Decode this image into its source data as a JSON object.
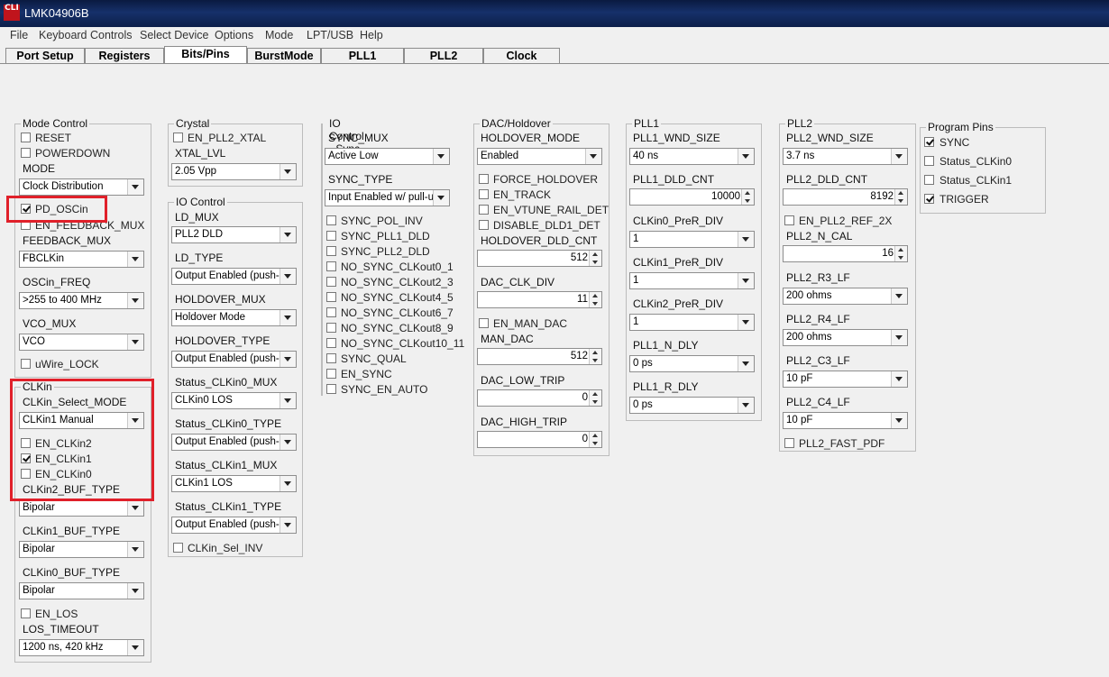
{
  "window": {
    "title": "LMK04906B",
    "icon_text": "CLI"
  },
  "menu": [
    "File",
    "Keyboard Controls",
    "Select Device",
    "Options",
    "Mode",
    "LPT/USB",
    "Help"
  ],
  "tabs": [
    "Port Setup",
    "Registers",
    "Bits/Pins",
    "BurstMode",
    "PLL1",
    "PLL2",
    "Clock Outputs"
  ],
  "active_tab": "Bits/Pins",
  "mode_control": {
    "title": "Mode Control",
    "reset": "RESET",
    "powerdown": "POWERDOWN",
    "mode_label": "MODE",
    "mode_value": "Clock Distribution",
    "pd_oscin": "PD_OSCin",
    "en_feedback_mux": "EN_FEEDBACK_MUX",
    "feedback_mux_label": "FEEDBACK_MUX",
    "feedback_mux_value": "FBCLKin",
    "oscin_freq_label": "OSCin_FREQ",
    "oscin_freq_value": ">255 to 400 MHz",
    "vco_mux_label": "VCO_MUX",
    "vco_mux_value": "VCO",
    "uwire_lock": "uWire_LOCK"
  },
  "clkin": {
    "title": "CLKin",
    "select_mode_label": "CLKin_Select_MODE",
    "select_mode_value": "CLKin1 Manual",
    "en_clkin2": "EN_CLKin2",
    "en_clkin1": "EN_CLKin1",
    "en_clkin0": "EN_CLKin0",
    "clkin2_buf_label": "CLKin2_BUF_TYPE",
    "clkin2_buf_value": "Bipolar",
    "clkin1_buf_label": "CLKin1_BUF_TYPE",
    "clkin1_buf_value": "Bipolar",
    "clkin0_buf_label": "CLKin0_BUF_TYPE",
    "clkin0_buf_value": "Bipolar",
    "en_los": "EN_LOS",
    "los_timeout_label": "LOS_TIMEOUT",
    "los_timeout_value": "1200 ns, 420 kHz"
  },
  "crystal": {
    "title": "Crystal",
    "en_pll2_xtal": "EN_PLL2_XTAL",
    "xtal_lvl_label": "XTAL_LVL",
    "xtal_lvl_value": "2.05 Vpp"
  },
  "io_control": {
    "title": "IO Control",
    "ld_mux_label": "LD_MUX",
    "ld_mux_value": "PLL2 DLD",
    "ld_type_label": "LD_TYPE",
    "ld_type_value": "Output Enabled (push-pu",
    "holdover_mux_label": "HOLDOVER_MUX",
    "holdover_mux_value": "Holdover Mode",
    "holdover_type_label": "HOLDOVER_TYPE",
    "holdover_type_value": "Output Enabled (push-pu",
    "status_clkin0_mux_label": "Status_CLKin0_MUX",
    "status_clkin0_mux_value": "CLKin0 LOS",
    "status_clkin0_type_label": "Status_CLKin0_TYPE",
    "status_clkin0_type_value": "Output Enabled (push-pu",
    "status_clkin1_mux_label": "Status_CLKin1_MUX",
    "status_clkin1_mux_value": "CLKin1 LOS",
    "status_clkin1_type_label": "Status_CLKin1_TYPE",
    "status_clkin1_type_value": "Output Enabled (push-pu",
    "clkin_sel_inv": "CLKin_Sel_INV"
  },
  "io_sync": {
    "title": "IO Control - Sync",
    "sync_mux_label": "SYNC_MUX",
    "sync_mux_value": "Active Low",
    "sync_type_label": "SYNC_TYPE",
    "sync_type_value": "Input Enabled w/ pull-up",
    "checkboxes": [
      "SYNC_POL_INV",
      "SYNC_PLL1_DLD",
      "SYNC_PLL2_DLD",
      "NO_SYNC_CLKout0_1",
      "NO_SYNC_CLKout2_3",
      "NO_SYNC_CLKout4_5",
      "NO_SYNC_CLKout6_7",
      "NO_SYNC_CLKout8_9",
      "NO_SYNC_CLKout10_11",
      "SYNC_QUAL",
      "EN_SYNC",
      "SYNC_EN_AUTO"
    ]
  },
  "dac_holdover": {
    "title": "DAC/Holdover",
    "holdover_mode_label": "HOLDOVER_MODE",
    "holdover_mode_value": "Enabled",
    "force_holdover": "FORCE_HOLDOVER",
    "en_track": "EN_TRACK",
    "en_vtune_rail_det": "EN_VTUNE_RAIL_DET",
    "disable_dld1_det": "DISABLE_DLD1_DET",
    "holdover_dld_cnt_label": "HOLDOVER_DLD_CNT",
    "holdover_dld_cnt_value": "512",
    "dac_clk_div_label": "DAC_CLK_DIV",
    "dac_clk_div_value": "11",
    "en_man_dac": "EN_MAN_DAC",
    "man_dac_label": "MAN_DAC",
    "man_dac_value": "512",
    "dac_low_trip_label": "DAC_LOW_TRIP",
    "dac_low_trip_value": "0",
    "dac_high_trip_label": "DAC_HIGH_TRIP",
    "dac_high_trip_value": "0"
  },
  "pll1": {
    "title": "PLL1",
    "wnd_size_label": "PLL1_WND_SIZE",
    "wnd_size_value": "40 ns",
    "dld_cnt_label": "PLL1_DLD_CNT",
    "dld_cnt_value": "10000",
    "clkin0_prer_label": "CLKin0_PreR_DIV",
    "clkin0_prer_value": "1",
    "clkin1_prer_label": "CLKin1_PreR_DIV",
    "clkin1_prer_value": "1",
    "clkin2_prer_label": "CLKin2_PreR_DIV",
    "clkin2_prer_value": "1",
    "n_dly_label": "PLL1_N_DLY",
    "n_dly_value": "0 ps",
    "r_dly_label": "PLL1_R_DLY",
    "r_dly_value": "0 ps"
  },
  "pll2": {
    "title": "PLL2",
    "wnd_size_label": "PLL2_WND_SIZE",
    "wnd_size_value": "3.7 ns",
    "dld_cnt_label": "PLL2_DLD_CNT",
    "dld_cnt_value": "8192",
    "en_ref_2x": "EN_PLL2_REF_2X",
    "n_cal_label": "PLL2_N_CAL",
    "n_cal_value": "16",
    "r3_lf_label": "PLL2_R3_LF",
    "r3_lf_value": "200 ohms",
    "r4_lf_label": "PLL2_R4_LF",
    "r4_lf_value": "200 ohms",
    "c3_lf_label": "PLL2_C3_LF",
    "c3_lf_value": "10 pF",
    "c4_lf_label": "PLL2_C4_LF",
    "c4_lf_value": "10 pF",
    "fast_pdf": "PLL2_FAST_PDF"
  },
  "program_pins": {
    "title": "Program Pins",
    "sync": "SYNC",
    "status_clkin0": "Status_CLKin0",
    "status_clkin1": "Status_CLKin1",
    "trigger": "TRIGGER"
  },
  "colors": {
    "highlight": "#e0202a",
    "titlebar": "#16306a"
  }
}
